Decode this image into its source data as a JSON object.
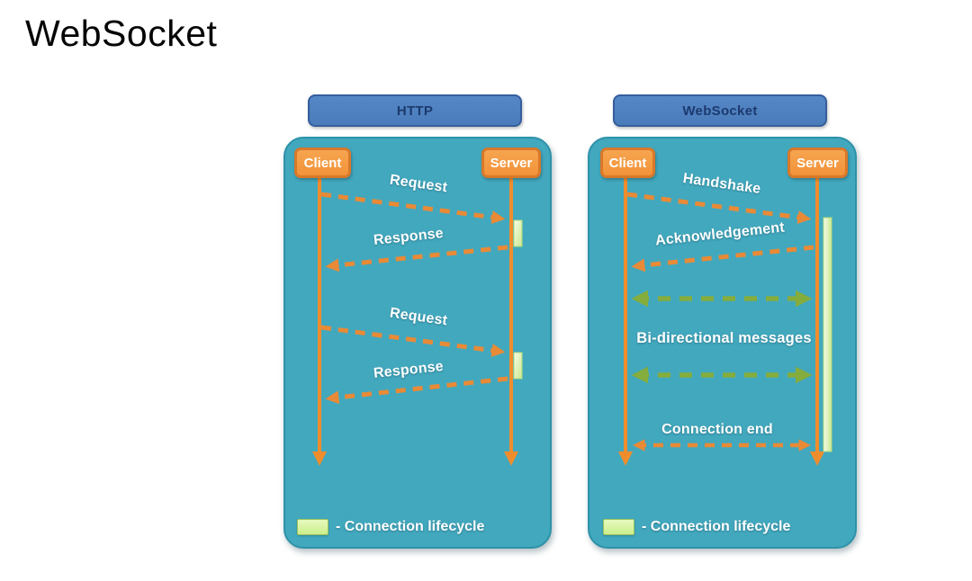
{
  "page": {
    "title": "WebSocket"
  },
  "colors": {
    "header_fill": "#4C7EBD",
    "header_border": "#365E9D",
    "header_text": "#1C3A6E",
    "panel_fill": "#42A8BE",
    "panel_border": "#2D92A9",
    "actor_fill": "#F59B45",
    "actor_border": "#D8782A",
    "lifeline_orange": "#EF8D2D",
    "message_orange": "#E98A36",
    "message_green": "#85AD3D",
    "lifecycle_bar_fill": "#D9F3A2",
    "label_text": "#FFFFFF"
  },
  "panels": [
    {
      "header": "HTTP",
      "client": "Client",
      "server": "Server",
      "messages": [
        {
          "label": "Request",
          "direction": "client-to-server",
          "style": "orange-dashed"
        },
        {
          "label": "Response",
          "direction": "server-to-client",
          "style": "orange-dashed"
        },
        {
          "label": "Request",
          "direction": "client-to-server",
          "style": "orange-dashed"
        },
        {
          "label": "Response",
          "direction": "server-to-client",
          "style": "orange-dashed"
        }
      ],
      "lifecycle_bars": "two short bars on server lifeline",
      "legend": "- Connection lifecycle"
    },
    {
      "header": "WebSocket",
      "client": "Client",
      "server": "Server",
      "messages": [
        {
          "label": "Handshake",
          "direction": "client-to-server",
          "style": "orange-dashed"
        },
        {
          "label": "Acknowledgement",
          "direction": "server-to-client",
          "style": "orange-dashed"
        },
        {
          "label": "Bi-directional messages",
          "direction": "bidirectional",
          "style": "green-dashed-pair"
        },
        {
          "label": "Connection end",
          "direction": "bidirectional",
          "style": "orange-dashed"
        }
      ],
      "lifecycle_bars": "one long bar on server lifeline",
      "legend": "- Connection lifecycle"
    }
  ]
}
